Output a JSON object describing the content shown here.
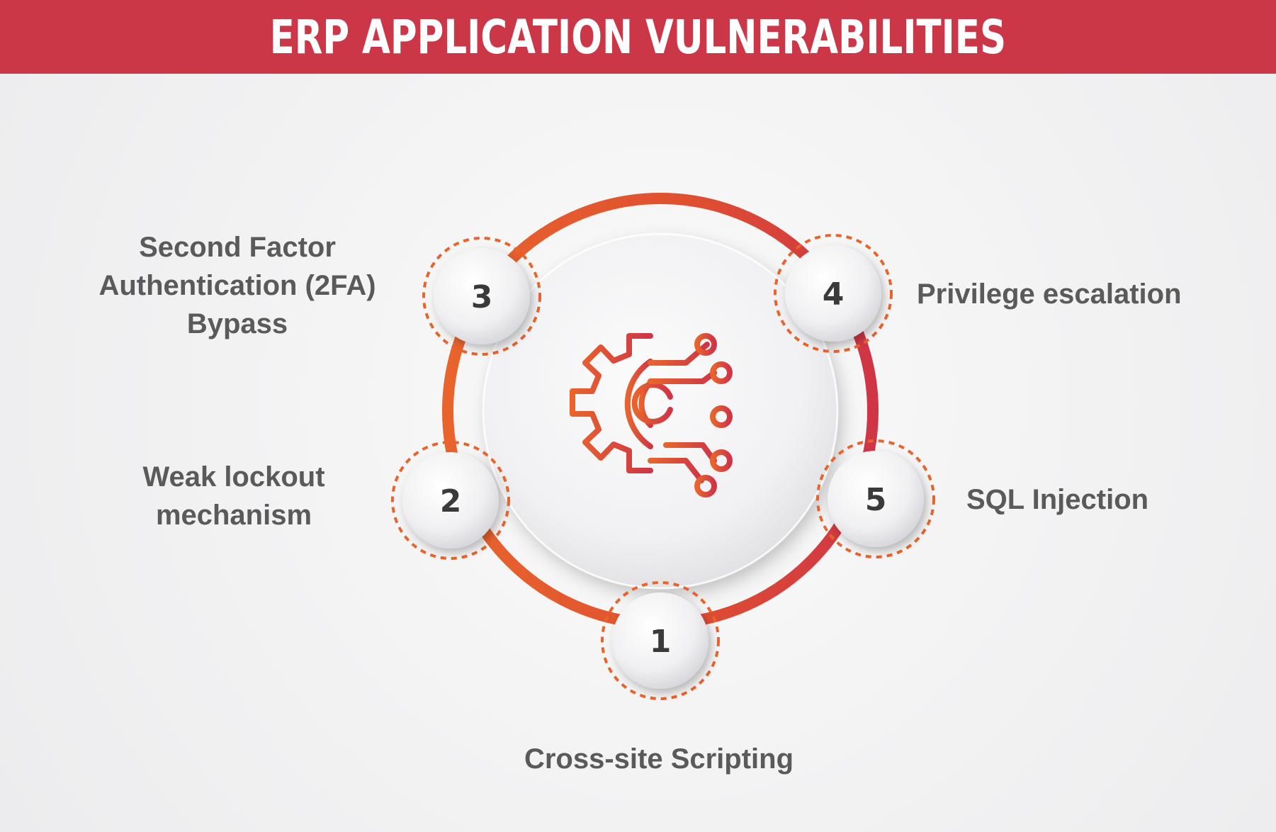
{
  "title": "ERP APPLICATION VULNERABILITIES",
  "colors": {
    "banner": "#cc3747",
    "ring_orange": "#e8642c",
    "ring_red": "#cf3546",
    "label_text": "#5a5a5a",
    "number_text": "#3a3a3a"
  },
  "center_icon": "gear-circuit-icon",
  "items": [
    {
      "number": "1",
      "label": "Cross-site Scripting"
    },
    {
      "number": "2",
      "label": "Weak lockout\nmechanism"
    },
    {
      "number": "3",
      "label": "Second Factor\nAuthentication (2FA)\nBypass"
    },
    {
      "number": "4",
      "label": "Privilege escalation"
    },
    {
      "number": "5",
      "label": "SQL Injection"
    }
  ]
}
